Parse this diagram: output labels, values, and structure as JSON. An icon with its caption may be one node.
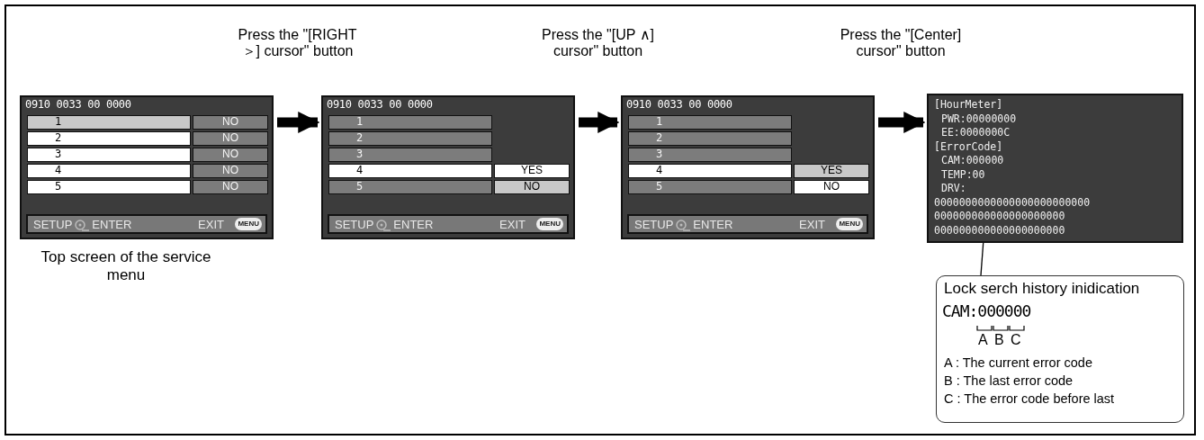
{
  "diagram": {
    "nodes": [
      {
        "text": [
          "0910 0033 00 0000"
        ],
        "beside": [
          "Top screen of the service menu"
        ]
      },
      {
        "text": [
          "1"
        ],
        "in": 0
      },
      {
        "text": [
          "2"
        ],
        "in": 0
      },
      {
        "text": [
          "3"
        ],
        "in": 0
      },
      {
        "text": [
          "4"
        ],
        "in": 0
      },
      {
        "text": [
          "5"
        ],
        "in": 0
      },
      {
        "text": [
          "NO"
        ],
        "in": 0
      },
      {
        "text": [
          "NO"
        ],
        "in": 0
      },
      {
        "text": [
          "NO"
        ],
        "in": 0
      },
      {
        "text": [
          "NO"
        ],
        "in": 0
      },
      {
        "text": [
          "NO"
        ],
        "in": 0
      },
      {
        "text": [
          "SETUP",
          "ENTER",
          "EXIT"
        ],
        "in": 0
      },
      {
        "text": [
          "MENU"
        ],
        "in": 11
      },
      {
        "text": [
          "0910 0033 00 0000"
        ]
      },
      {
        "text": [
          "1"
        ],
        "in": 13
      },
      {
        "text": [
          "2"
        ],
        "in": 13
      },
      {
        "text": [
          "3"
        ],
        "in": 13
      },
      {
        "text": [
          "4"
        ],
        "in": 13
      },
      {
        "text": [
          "5"
        ],
        "in": 13
      },
      {
        "text": [
          "YES"
        ],
        "in": 13
      },
      {
        "text": [
          "NO"
        ],
        "in": 13
      },
      {
        "text": [
          "SETUP",
          "ENTER",
          "EXIT"
        ],
        "in": 13
      },
      {
        "text": [
          "MENU"
        ],
        "in": 21
      },
      {
        "text": [
          "0910 0033 00 0000"
        ]
      },
      {
        "text": [
          "1"
        ],
        "in": 23
      },
      {
        "text": [
          "2"
        ],
        "in": 23
      },
      {
        "text": [
          "3"
        ],
        "in": 23
      },
      {
        "text": [
          "4"
        ],
        "in": 23
      },
      {
        "text": [
          "5"
        ],
        "in": 23
      },
      {
        "text": [
          "YES"
        ],
        "in": 23
      },
      {
        "text": [
          "NO"
        ],
        "in": 23
      },
      {
        "text": [
          "SETUP",
          "ENTER",
          "EXIT"
        ],
        "in": 23
      },
      {
        "text": [
          "MENU"
        ],
        "in": 31
      },
      {
        "text": [
          "[HourMeter]",
          "PWR:00000000",
          "EE:0000000C",
          "[ErrorCode]",
          "CAM:000000",
          "TEMP:00",
          "DRV:",
          "0000000000000000000000000",
          "000000000000000000000",
          "000000000000000000000"
        ]
      },
      {
        "text": [
          "Lock serch history inidication",
          "CAM:000000",
          "A",
          "B",
          "C",
          "A : The current error code",
          "B : The last error code",
          "C : The error code before last"
        ]
      }
    ],
    "edges": [
      {
        "from": 0,
        "to": 13,
        "arrow": "to",
        "label": "Press the \"[RIGHT＞] cursor\" button"
      },
      {
        "from": 13,
        "to": 23,
        "arrow": "to",
        "label": "Press the \"[UP ∧] cursor\" button"
      },
      {
        "from": 23,
        "to": 33,
        "arrow": "to",
        "label": "Press the \"[Center] cursor\" button"
      },
      {
        "from": 34,
        "to": 33,
        "arrow": "none"
      }
    ]
  }
}
